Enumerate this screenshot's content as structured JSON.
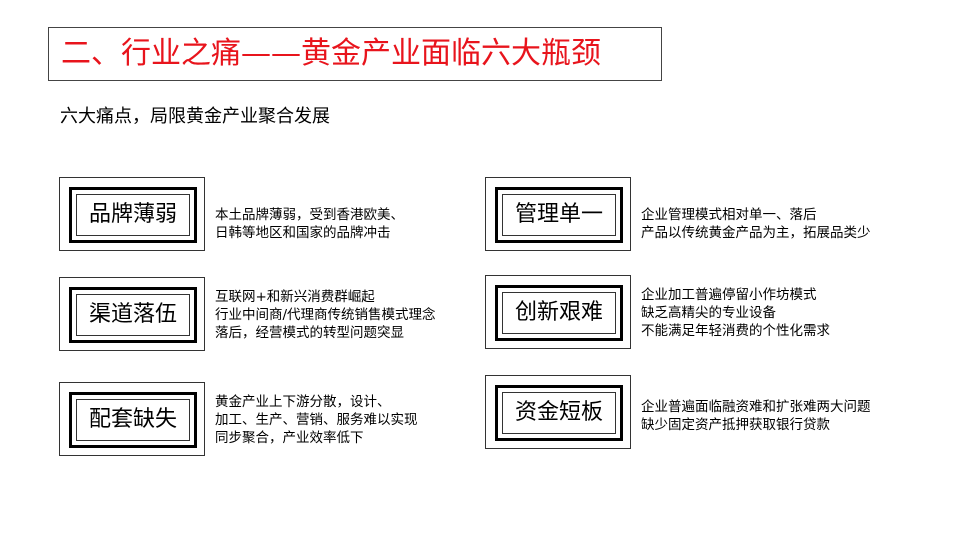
{
  "slide": {
    "title": "二、行业之痛——黄金产业面临六大瓶颈",
    "subtitle": "六大痛点，局限黄金产业聚合发展",
    "colors": {
      "title": "#e8141c",
      "text": "#000000",
      "border": "#000000"
    }
  },
  "pain_points": [
    {
      "label": "品牌薄弱",
      "lines": [
        "本土品牌薄弱，受到香港欧美、",
        "日韩等地区和国家的品牌冲击"
      ]
    },
    {
      "label": "渠道落伍",
      "lines": [
        "互联网+和新兴消费群崛起",
        "行业中间商/代理商传统销售模式理念",
        "落后，经营模式的转型问题突显"
      ]
    },
    {
      "label": "配套缺失",
      "lines": [
        "黄金产业上下游分散，设计、",
        "加工、生产、营销、服务难以实现",
        "同步聚合，产业效率低下"
      ]
    },
    {
      "label": "管理单一",
      "lines": [
        "企业管理模式相对单一、落后",
        "产品以传统黄金产品为主，拓展品类少"
      ]
    },
    {
      "label": "创新艰难",
      "lines": [
        "企业加工普遍停留小作坊模式",
        "缺乏高精尖的专业设备",
        "不能满足年轻消费的个性化需求"
      ]
    },
    {
      "label": "资金短板",
      "lines": [
        "企业普遍面临融资难和扩张难两大问题",
        "缺少固定资产抵押获取银行贷款"
      ]
    }
  ]
}
